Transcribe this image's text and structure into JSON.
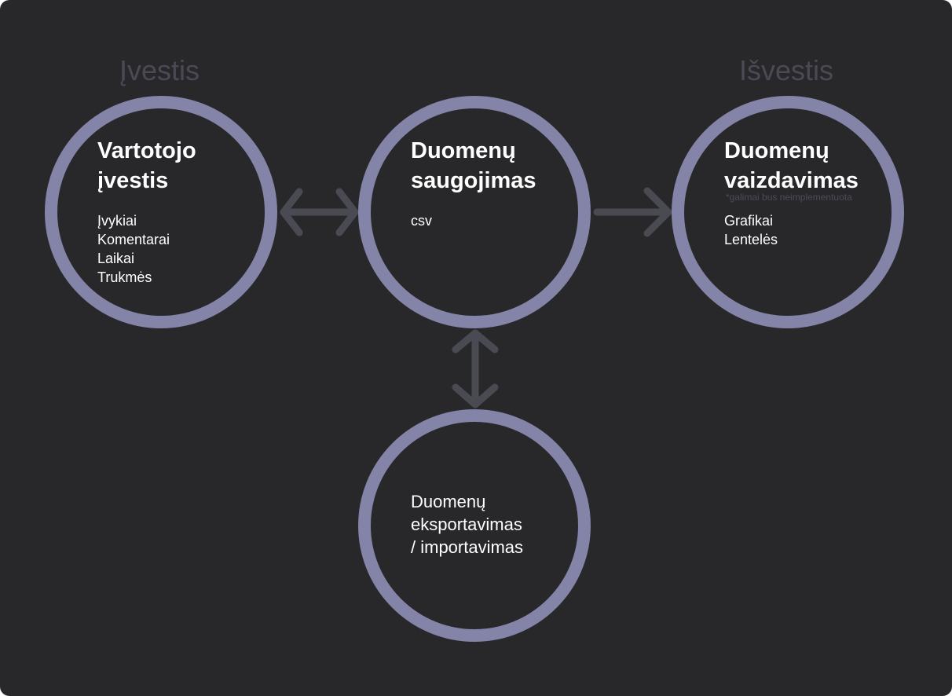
{
  "colors": {
    "background": "#28282b",
    "circle_ring": "#8484a8",
    "arrow": "#4a4a52",
    "section_label": "#4a4a55",
    "text": "#ffffff",
    "note": "#4c4c57"
  },
  "section_labels": {
    "input": "Įvestis",
    "output": "Išvestis"
  },
  "nodes": {
    "user_input": {
      "title": "Vartotojo\nįvestis",
      "items": [
        "Įvykiai",
        "Komentarai",
        "Laikai",
        "Trukmės"
      ]
    },
    "data_storage": {
      "title": "Duomenų\nsaugojimas",
      "items": [
        "csv"
      ]
    },
    "data_visualization": {
      "title": "Duomenų\nvaizdavimas",
      "note": "*galimai bus neimplementuota",
      "items": [
        "Grafikai",
        "Lentelės"
      ]
    },
    "data_export_import": {
      "title": "Duomenų\neksportavimas\n/ importavimas"
    }
  },
  "arrows": [
    {
      "from": "user_input",
      "to": "data_storage",
      "direction": "both"
    },
    {
      "from": "data_storage",
      "to": "data_visualization",
      "direction": "forward"
    },
    {
      "from": "data_storage",
      "to": "data_export_import",
      "direction": "both"
    }
  ]
}
